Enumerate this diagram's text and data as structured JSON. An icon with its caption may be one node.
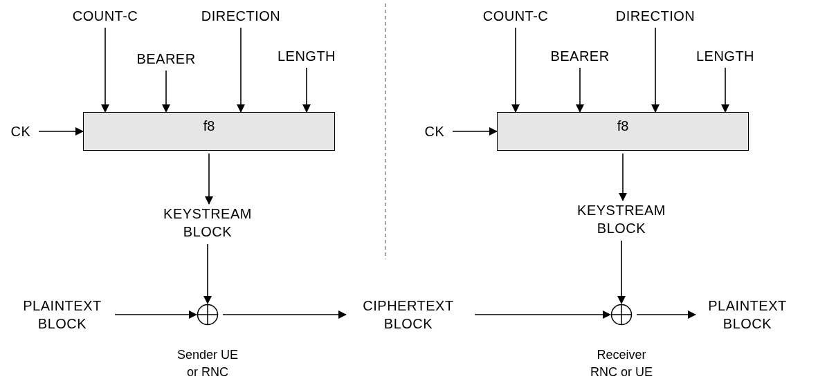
{
  "diagram": {
    "nodes": [
      {
        "text": [
          "COUNT-C"
        ]
      },
      {
        "text": [
          "BEARER"
        ]
      },
      {
        "text": [
          "DIRECTION"
        ]
      },
      {
        "text": [
          "LENGTH"
        ]
      },
      {
        "text": [
          "CK"
        ]
      },
      {
        "text": [
          "f8"
        ]
      },
      {
        "text": [
          "KEYSTREAM BLOCK"
        ]
      },
      {
        "text": [
          "PLAINTEXT BLOCK"
        ]
      },
      {
        "text": [],
        "shape": "circle",
        "beside": [
          "Sender UE or RNC"
        ]
      },
      {
        "text": [
          "CIPHERTEXT BLOCK"
        ]
      },
      {
        "text": [
          "COUNT-C"
        ]
      },
      {
        "text": [
          "BEARER"
        ]
      },
      {
        "text": [
          "DIRECTION"
        ]
      },
      {
        "text": [
          "LENGTH"
        ]
      },
      {
        "text": [
          "CK"
        ]
      },
      {
        "text": [
          "f8"
        ]
      },
      {
        "text": [
          "KEYSTREAM BLOCK"
        ]
      },
      {
        "text": [],
        "shape": "circle",
        "beside": [
          "Receiver RNC or UE"
        ]
      },
      {
        "text": [
          "PLAINTEXT BLOCK"
        ]
      }
    ],
    "edges": [
      {
        "from": 0,
        "to": 5,
        "arrow": "to"
      },
      {
        "from": 1,
        "to": 5,
        "arrow": "to"
      },
      {
        "from": 2,
        "to": 5,
        "arrow": "to"
      },
      {
        "from": 3,
        "to": 5,
        "arrow": "to"
      },
      {
        "from": 4,
        "to": 5,
        "arrow": "to"
      },
      {
        "from": 5,
        "to": 6,
        "arrow": "to"
      },
      {
        "from": 6,
        "to": 8,
        "arrow": "to"
      },
      {
        "from": 7,
        "to": 8,
        "arrow": "to"
      },
      {
        "from": 8,
        "to": 9,
        "arrow": "to"
      },
      {
        "from": 10,
        "to": 15,
        "arrow": "to"
      },
      {
        "from": 11,
        "to": 15,
        "arrow": "to"
      },
      {
        "from": 12,
        "to": 15,
        "arrow": "to"
      },
      {
        "from": 13,
        "to": 15,
        "arrow": "to"
      },
      {
        "from": 14,
        "to": 15,
        "arrow": "to"
      },
      {
        "from": 15,
        "to": 16,
        "arrow": "to"
      },
      {
        "from": 16,
        "to": 17,
        "arrow": "to"
      },
      {
        "from": 9,
        "to": 17,
        "arrow": "to"
      },
      {
        "from": 17,
        "to": 18,
        "arrow": "to"
      }
    ]
  }
}
